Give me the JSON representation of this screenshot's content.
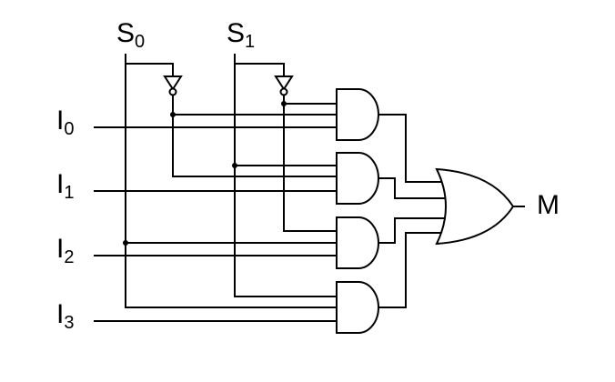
{
  "selects": [
    {
      "base": "S",
      "sub": "0"
    },
    {
      "base": "S",
      "sub": "1"
    }
  ],
  "inputs": [
    {
      "base": "I",
      "sub": "0"
    },
    {
      "base": "I",
      "sub": "1"
    },
    {
      "base": "I",
      "sub": "2"
    },
    {
      "base": "I",
      "sub": "3"
    }
  ],
  "output": {
    "label": "M"
  }
}
